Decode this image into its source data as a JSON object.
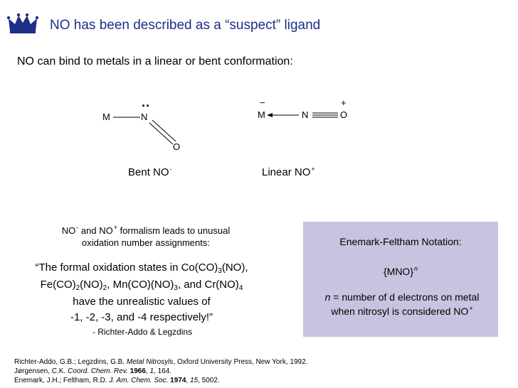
{
  "header": {
    "title": "NO has been described as a “suspect” ligand",
    "logo": "crown-icon",
    "brand_color": "#1f2e86"
  },
  "intro": "NO can bind to metals in a linear or bent conformation:",
  "bent": {
    "atoms": {
      "M": "M",
      "N": "N",
      "O": "O",
      "lone_pair": ".."
    },
    "caption": "Bent NO",
    "caption_sup": "-"
  },
  "linear": {
    "atoms": {
      "M": "M",
      "N": "N",
      "O": "O",
      "charge_m": "−",
      "charge_o": "+"
    },
    "caption": "Linear NO",
    "caption_sup": "+"
  },
  "formalism": {
    "p1": "NO",
    "sup1": "-",
    "p2": " and NO",
    "sup2": "+",
    "p3": " formalism leads to unusual",
    "line2": "oxidation number assignments:"
  },
  "quote": {
    "l1_a": "“The formal oxidation states in Co(CO)",
    "l1_sub": "3",
    "l1_b": "(NO),",
    "l2_a": "Fe(CO)",
    "l2_sub1": "2",
    "l2_b": "(NO)",
    "l2_sub2": "2",
    "l2_c": ", Mn(CO)(NO)",
    "l2_sub3": "3",
    "l2_d": ", and Cr(NO)",
    "l2_sub4": "4",
    "l3": "have the unrealistic values of",
    "l4": "-1, -2, -3, and -4 respectively!”"
  },
  "attribution": "- Richter-Addo & Legzdins",
  "enemark_feltham": {
    "title": "Enemark-Feltham Notation:",
    "mno": "{MNO}",
    "mno_sup": "n",
    "def_n": "n",
    "def_l1": " = number of d electrons on metal",
    "def_l2": "when nitrosyl is considered NO",
    "def_sup": "+",
    "box_color": "#c9c3e1"
  },
  "references": [
    {
      "a": "Richter-Addo, G.B.; Legzdins, G.B. ",
      "i": "Metal Nitrosyls",
      "b": ", Oxford University Press, New York, 1992."
    },
    {
      "a": "Jørgensen, C.K. ",
      "i": "Coord. Chem. Rev.",
      "b": " ",
      "bold": "1966",
      "c": ", ",
      "i2": "1",
      "d": ", 164."
    },
    {
      "a": "Enemark, J.H.; Feltham, R.D. ",
      "i": "J. Am. Chem. Soc.",
      "b": " ",
      "bold": "1974",
      "c": ", ",
      "i2": "15",
      "d": ", 5002."
    }
  ]
}
